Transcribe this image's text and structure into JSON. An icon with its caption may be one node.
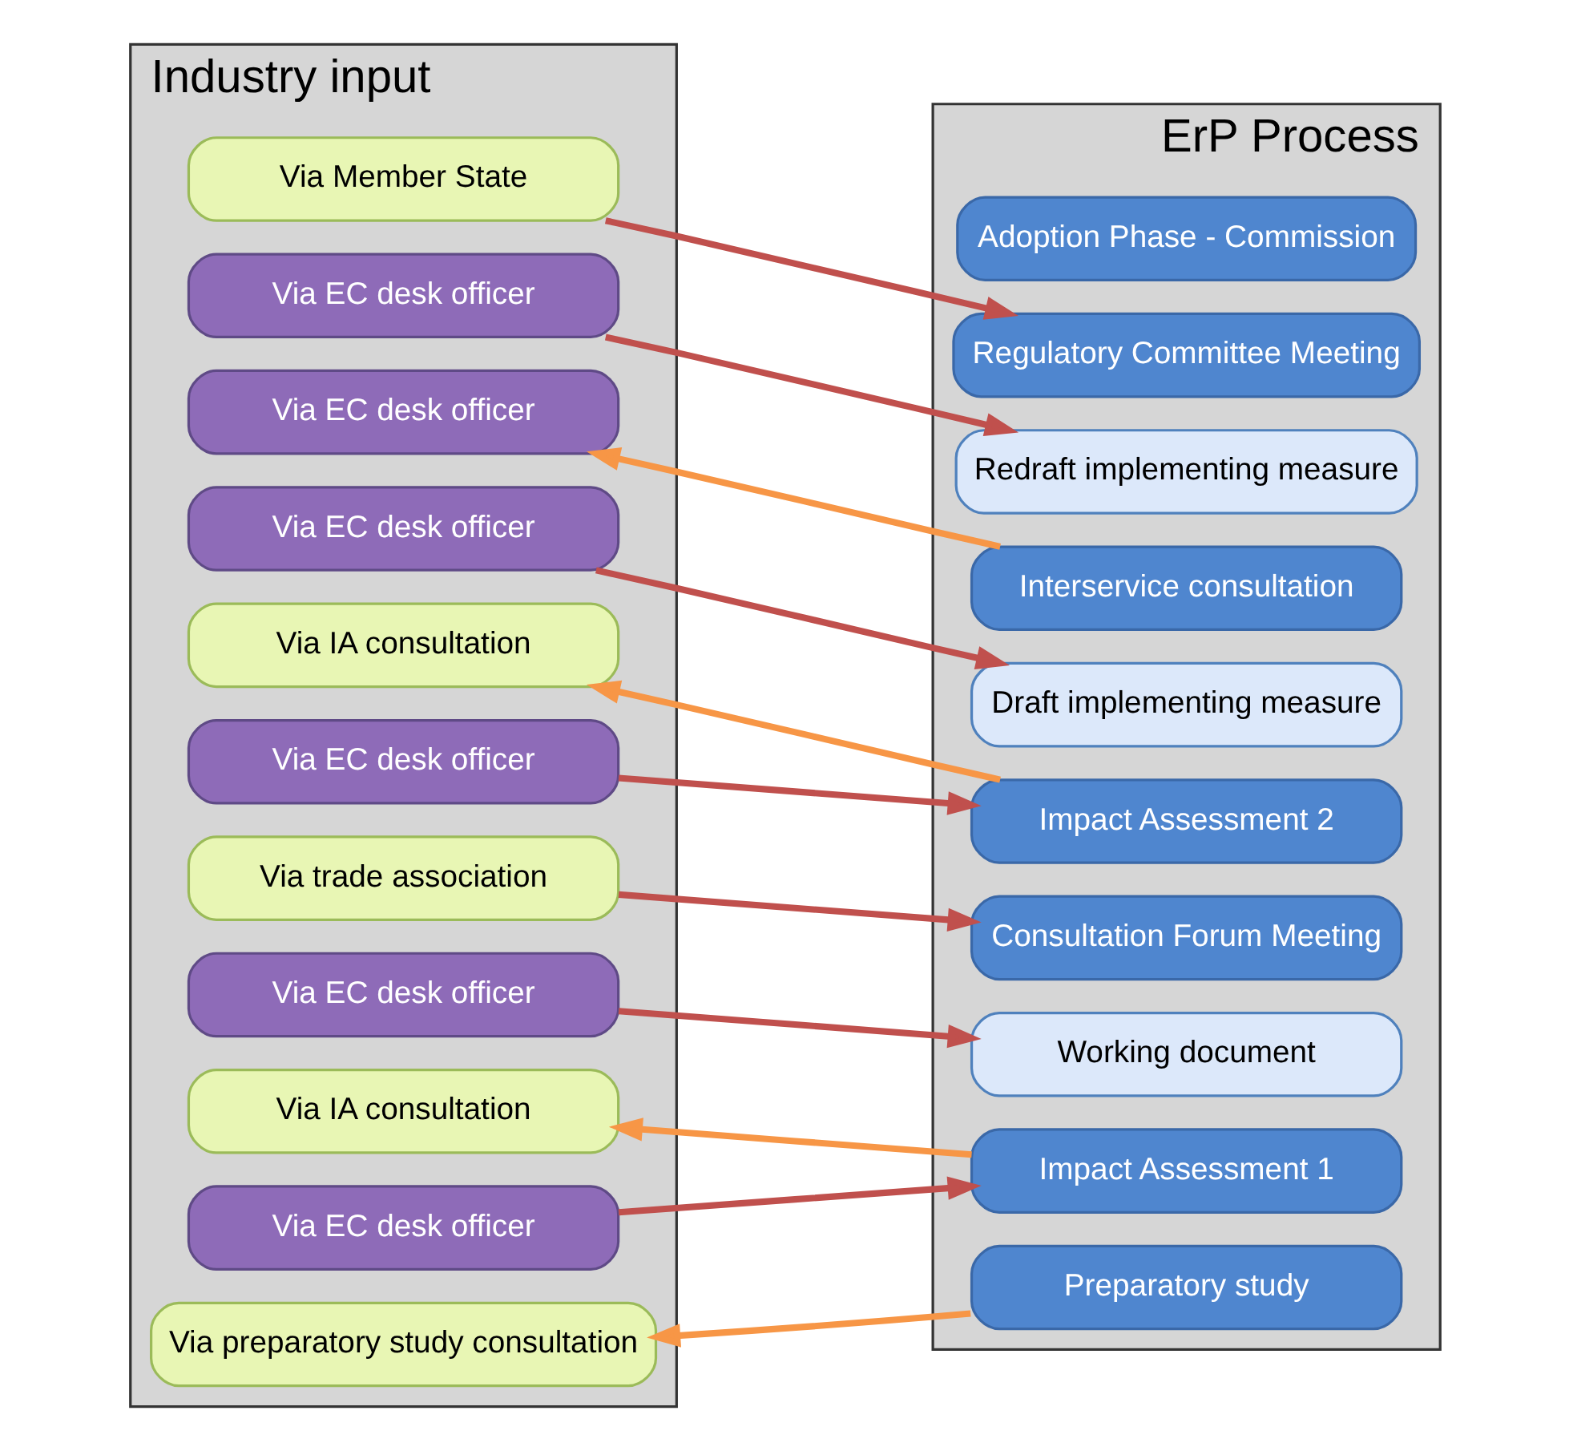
{
  "diagram": {
    "nodes": [
      {
        "text": [
          "Industry input"
        ]
      },
      {
        "text": [
          "Via preparatory study consultation"
        ],
        "in": 0
      },
      {
        "text": [
          "Via EC desk officer"
        ],
        "in": 0
      },
      {
        "text": [
          "Via IA consultation"
        ],
        "in": 0
      },
      {
        "text": [
          "Via EC desk officer"
        ],
        "in": 0
      },
      {
        "text": [
          "Via trade association"
        ],
        "in": 0
      },
      {
        "text": [
          "Via EC desk officer"
        ],
        "in": 0
      },
      {
        "text": [
          "Via IA consultation"
        ],
        "in": 0
      },
      {
        "text": [
          "Via EC desk officer"
        ],
        "in": 0
      },
      {
        "text": [
          "Via EC desk officer"
        ],
        "in": 0
      },
      {
        "text": [
          "Via EC desk officer"
        ],
        "in": 0
      },
      {
        "text": [
          "Via Member State"
        ],
        "in": 0
      },
      {
        "text": [
          "ErP Process"
        ]
      },
      {
        "text": [
          "Preparatory study"
        ],
        "in": 12
      },
      {
        "text": [
          "Impact Assessment 1"
        ],
        "in": 12
      },
      {
        "text": [
          "Working document"
        ],
        "in": 12
      },
      {
        "text": [
          "Consultation Forum Meeting"
        ],
        "in": 12
      },
      {
        "text": [
          "Impact Assessment 2"
        ],
        "in": 12
      },
      {
        "text": [
          "Draft implementing measure"
        ],
        "in": 12
      },
      {
        "text": [
          "Interservice consultation"
        ],
        "in": 12
      },
      {
        "text": [
          "Redraft implementing measure"
        ],
        "in": 12
      },
      {
        "text": [
          "Regulatory Committee Meeting"
        ],
        "in": 12
      },
      {
        "text": [
          "Adoption Phase - Commission"
        ],
        "in": 12
      }
    ],
    "edges": [
      {
        "from": 13,
        "to": 1,
        "arrow": "to",
        "color": "#f79646"
      },
      {
        "from": 2,
        "to": 14,
        "arrow": "to"
      },
      {
        "from": 14,
        "to": 3,
        "arrow": "to",
        "color": "#f79646"
      },
      {
        "from": 4,
        "to": 15,
        "arrow": "to"
      },
      {
        "from": 5,
        "to": 16,
        "arrow": "to"
      },
      {
        "from": 6,
        "to": 17,
        "arrow": "to"
      },
      {
        "from": 17,
        "to": 7,
        "arrow": "to",
        "color": "#f79646"
      },
      {
        "from": 8,
        "to": 18,
        "arrow": "to"
      },
      {
        "from": 19,
        "to": 9,
        "arrow": "to",
        "color": "#f79646"
      },
      {
        "from": 10,
        "to": 20,
        "arrow": "to"
      },
      {
        "from": 11,
        "to": 21,
        "arrow": "to"
      }
    ]
  }
}
